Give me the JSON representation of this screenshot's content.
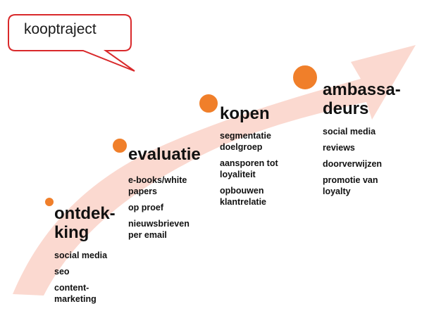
{
  "callout": {
    "label": "kooptraject"
  },
  "colors": {
    "arrow_fill": "#fbd9d0",
    "dot_fill": "#f07f2a",
    "dot_stroke": "#ffffff",
    "callout_border": "#d9292b"
  },
  "stages": [
    {
      "title_lines": [
        "ontdek-",
        "king"
      ],
      "items": [
        "social media",
        "seo",
        "content-\nmarketing"
      ]
    },
    {
      "title_lines": [
        "evaluatie"
      ],
      "items": [
        "e-books/white\npapers",
        "op proef",
        "nieuwsbrieven\nper email"
      ]
    },
    {
      "title_lines": [
        "kopen"
      ],
      "items": [
        "segmentatie\ndoelgroep",
        "aansporen tot\nloyaliteit",
        "opbouwen\nklantrelatie"
      ]
    },
    {
      "title_lines": [
        "ambassa-",
        "deurs"
      ],
      "items": [
        "social media",
        "reviews",
        "doorverwijzen",
        "promotie van\nloyalty"
      ]
    }
  ]
}
